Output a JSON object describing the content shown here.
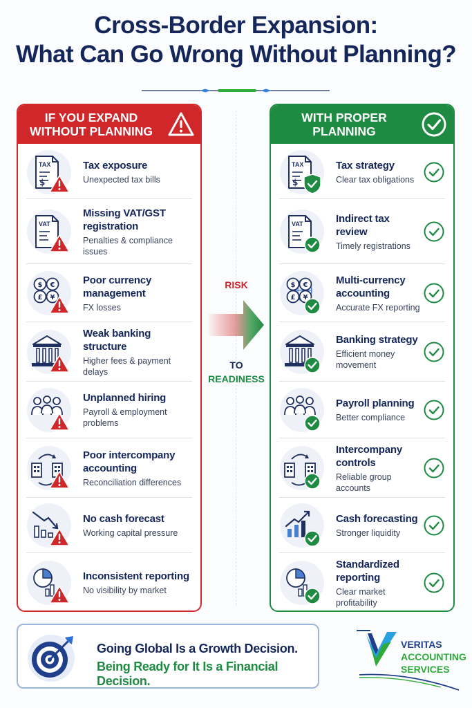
{
  "header": {
    "title_line1": "Cross-Border Expansion:",
    "title_line2": "What Can Go Wrong Without Planning?"
  },
  "left_panel": {
    "heading_line1": "IF YOU EXPAND",
    "heading_line2": "WITHOUT PLANNING",
    "heading_icon": "warning-triangle-icon",
    "color": "#d0272b",
    "items": [
      {
        "icon": "tax-document-warning-icon",
        "icon_text": "TAX",
        "title": "Tax exposure",
        "desc": "Unexpected tax bills"
      },
      {
        "icon": "vat-document-warning-icon",
        "icon_text": "VAT",
        "title": "Missing VAT/GST registration",
        "desc": "Penalties & compliance issues"
      },
      {
        "icon": "currency-coins-warning-icon",
        "icon_text": "$ € £ ¥",
        "title": "Poor currency management",
        "desc": "FX losses"
      },
      {
        "icon": "bank-building-warning-icon",
        "title": "Weak banking structure",
        "desc": "Higher fees & payment delays"
      },
      {
        "icon": "people-group-warning-icon",
        "title": "Unplanned hiring",
        "desc": "Payroll & employment problems"
      },
      {
        "icon": "intercompany-buildings-warning-icon",
        "title": "Poor intercompany accounting",
        "desc": "Reconciliation differences"
      },
      {
        "icon": "declining-chart-warning-icon",
        "title": "No cash forecast",
        "desc": "Working capital pressure"
      },
      {
        "icon": "pie-chart-warning-icon",
        "title": "Inconsistent reporting",
        "desc": "No visibility by market"
      }
    ]
  },
  "right_panel": {
    "heading_line1": "WITH PROPER",
    "heading_line2": "PLANNING",
    "heading_icon": "check-circle-icon",
    "color": "#1e8a42",
    "items": [
      {
        "icon": "tax-document-shield-icon",
        "icon_text": "TAX",
        "title": "Tax strategy",
        "desc": "Clear tax obligations"
      },
      {
        "icon": "vat-document-check-icon",
        "icon_text": "VAT",
        "title": "Indirect tax review",
        "desc": "Timely registrations"
      },
      {
        "icon": "multi-currency-globe-icon",
        "icon_text": "$ € £ ¥",
        "title": "Multi-currency accounting",
        "desc": "Accurate FX reporting"
      },
      {
        "icon": "bank-building-check-icon",
        "title": "Banking strategy",
        "desc": "Efficient money movement"
      },
      {
        "icon": "people-group-check-icon",
        "title": "Payroll planning",
        "desc": "Better compliance"
      },
      {
        "icon": "intercompany-buildings-check-icon",
        "title": "Intercompany controls",
        "desc": "Reliable group accounts"
      },
      {
        "icon": "growth-chart-check-icon",
        "title": "Cash forecasting",
        "desc": "Stronger liquidity"
      },
      {
        "icon": "pie-chart-check-icon",
        "title": "Standardized reporting",
        "desc": "Clear market profitability"
      }
    ]
  },
  "transition": {
    "risk_label": "RISK",
    "to_label": "TO",
    "readiness_label": "READINESS",
    "arrow_icon": "gradient-arrow-right-icon"
  },
  "footer": {
    "icon": "target-bullseye-icon",
    "line1": "Going Global Is a Growth Decision.",
    "line2": "Being Ready for It Is a Financial Decision."
  },
  "brand": {
    "logo_icon": "veritas-v-logo-icon",
    "line1": "VERITAS",
    "line2": "ACCOUNTING",
    "line3": "SERVICES",
    "blue": "#1f3f8a",
    "green": "#2eaa3a"
  }
}
